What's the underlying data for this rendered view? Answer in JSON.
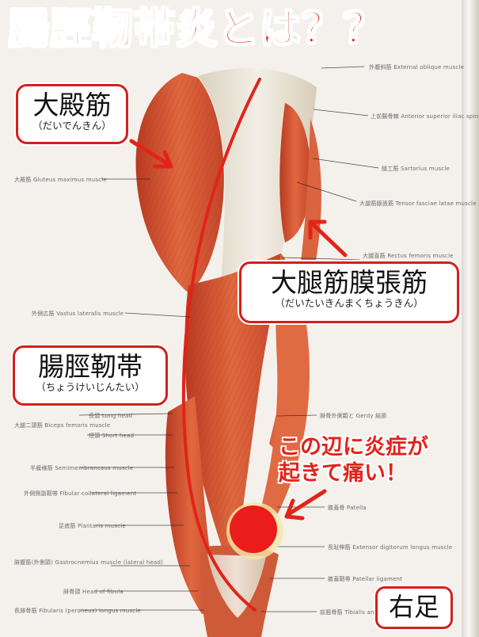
{
  "title": "腸脛靭帯炎とは？？",
  "labels": {
    "gluteus_maximus": {
      "main": "大殿筋",
      "reading": "（だいでんきん）"
    },
    "tensor_fasciae_latae": {
      "main": "大腿筋膜張筋",
      "reading": "（だいたいきんまくちょうきん）"
    },
    "iliotibial_band": {
      "main": "腸脛靭帯",
      "reading": "（ちょうけいじんたい）"
    }
  },
  "pain_note": {
    "line1": "この辺に炎症が",
    "line2": "起きて痛い！"
  },
  "side_label": "右足",
  "atlas_labels_left": [
    "大殿筋 Gluteus maximus muscle",
    "外側広筋 Vastus lateralis muscle",
    "大腿二頭筋 Biceps femoris muscle",
    "長頭 Long head",
    "短頭 Short head",
    "半膜様筋 Semimembranosus muscle",
    "外側側副靭帯 Fibular collateral ligament",
    "足底筋 Plantaris muscle",
    "腓腹筋(外側頭) Gastrocnemius muscle (lateral head)",
    "腓骨頭 Head of fibula",
    "長腓骨筋 Fibularis (peroneus) longus muscle"
  ],
  "atlas_labels_right": [
    "外腹斜筋 External oblique muscle",
    "上前腸骨棘 Anterior superior iliac spine",
    "縫工筋 Sartorius muscle",
    "大腿筋膜張筋 Tensor fasciae latae muscle",
    "大腿直筋 Rectus femoris muscle",
    "腓骨外側顆と Gerdy 結節",
    "膝蓋骨 Patella",
    "長趾伸筋 Extensor digitorum longus muscle",
    "膝蓋靭帯 Patellar ligament",
    "前脛骨筋 Tibialis anterior muscle"
  ],
  "colors": {
    "accent_red": "#e2231a",
    "box_border": "#d51e1e",
    "muscle": "#d9583a",
    "tendon": "#e9e2d2"
  }
}
